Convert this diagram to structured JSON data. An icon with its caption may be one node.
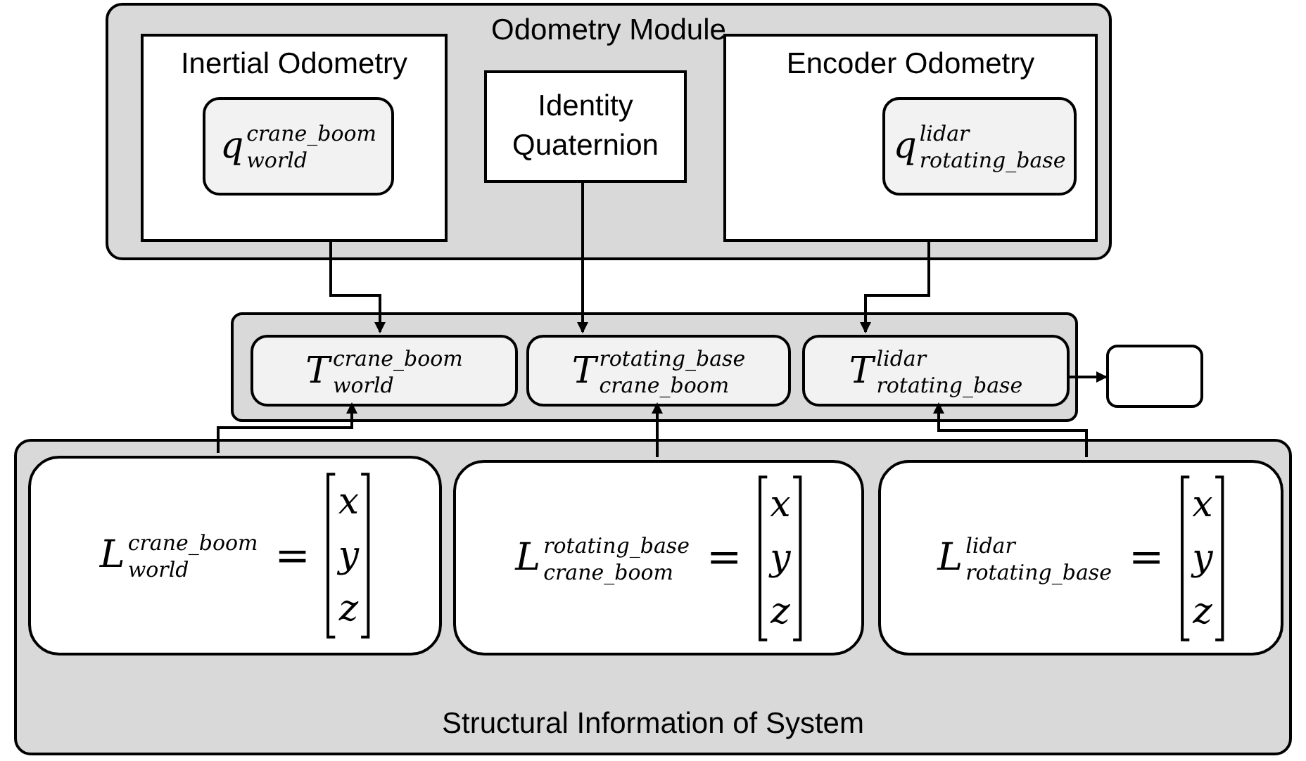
{
  "diagram": {
    "nodes": [
      {
        "text": [
          "Odometry Module"
        ]
      },
      {
        "text": [
          "Inertial Odometry"
        ],
        "in": 0
      },
      {
        "text": [
          "q$^{crane_boom}$$_{world}$"
        ],
        "in": 1
      },
      {
        "text": [
          "Identity Quaternion"
        ],
        "in": 0
      },
      {
        "text": [
          "Encoder Odometry"
        ],
        "in": 0
      },
      {
        "text": [
          "q$^{lidar}$$_{rotating_base}$"
        ],
        "in": 4
      },
      {
        "text": [],
        "shape": "box"
      },
      {
        "text": [
          "T$^{crane_boom}$$_{world}$"
        ],
        "in": 6
      },
      {
        "text": [
          "T$^{rotating_base}$$_{crane_boom}$"
        ],
        "in": 6
      },
      {
        "text": [
          "T$^{lidar}$$_{rotating_base}$"
        ],
        "in": 6
      },
      {
        "text": [],
        "shape": "box"
      },
      {
        "text": [
          "Structural Information of System"
        ]
      },
      {
        "text": [
          "L$^{crane_boom}$$_{world}$",
          "=",
          "x",
          "y",
          "z"
        ],
        "in": 11
      },
      {
        "text": [
          "L$^{rotating_base}$$_{crane_boom}$",
          "=",
          "x",
          "y",
          "z"
        ],
        "in": 11
      },
      {
        "text": [
          "L$^{lidar}$$_{rotating_base}$",
          "=",
          "x",
          "y",
          "z"
        ],
        "in": 11
      }
    ],
    "edges": [
      {
        "from": 1,
        "to": 7,
        "arrow": "to"
      },
      {
        "from": 3,
        "to": 8,
        "arrow": "to"
      },
      {
        "from": 4,
        "to": 9,
        "arrow": "to"
      },
      {
        "from": 9,
        "to": 10,
        "arrow": "to"
      },
      {
        "from": 12,
        "to": 7,
        "arrow": "to"
      },
      {
        "from": 13,
        "to": 8,
        "arrow": "to"
      },
      {
        "from": 14,
        "to": 9,
        "arrow": "to"
      }
    ]
  }
}
